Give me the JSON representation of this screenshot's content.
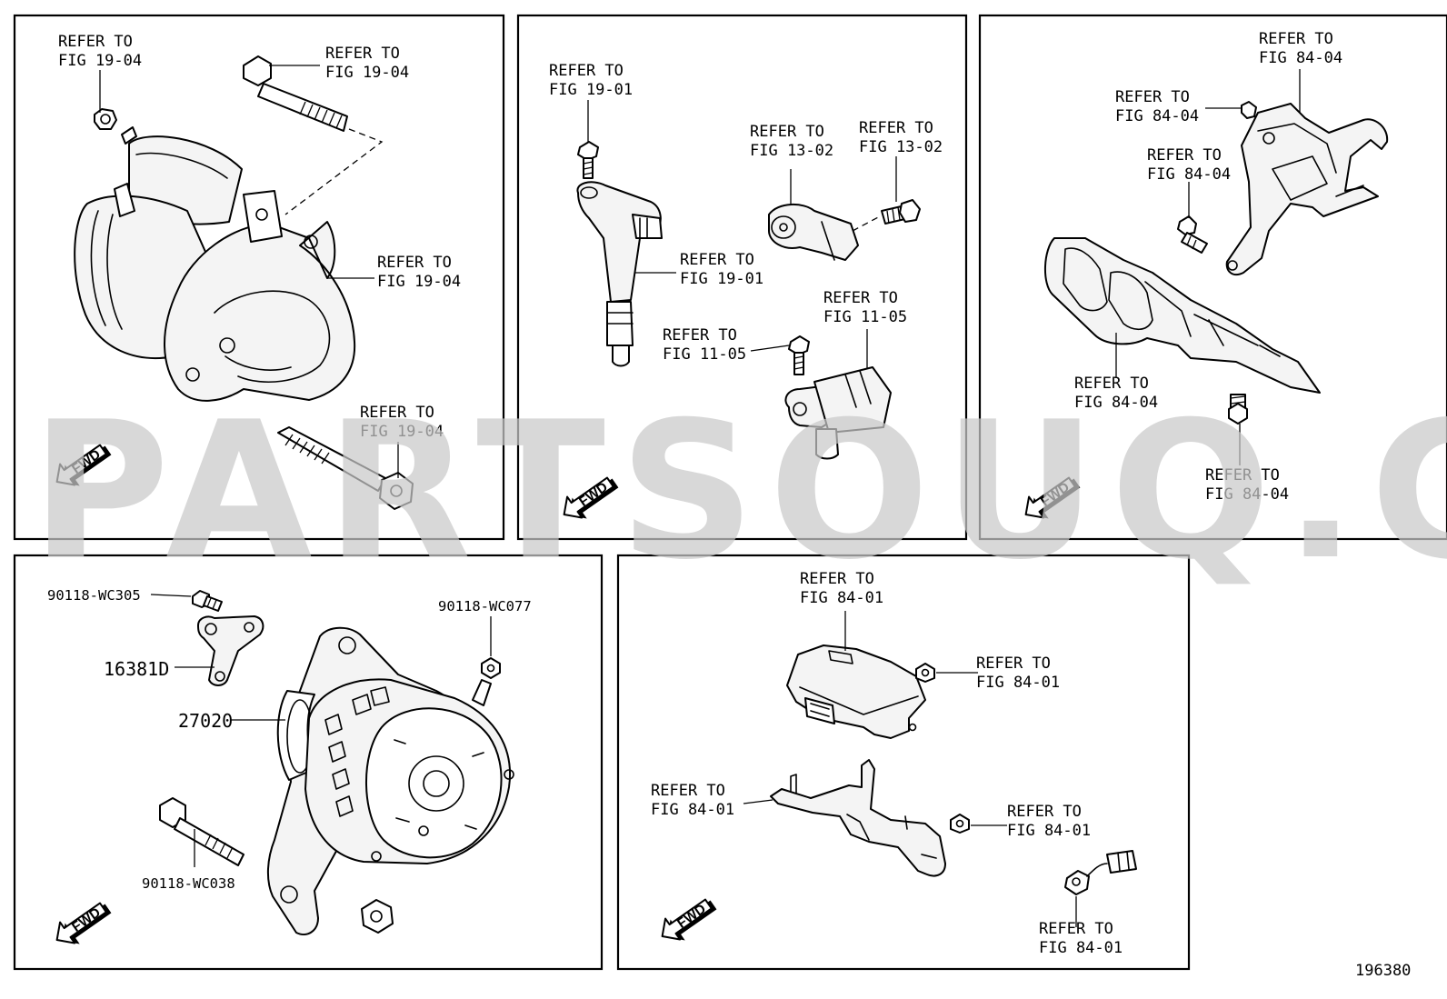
{
  "diagram_id": "196380",
  "watermark": "PARTSOUQ.COM",
  "fwd_label": "FWD",
  "panels": {
    "starter": {
      "callouts": [
        {
          "line1": "REFER TO",
          "line2": "FIG 19-04"
        },
        {
          "line1": "REFER TO",
          "line2": "FIG 19-04"
        },
        {
          "line1": "REFER TO",
          "line2": "FIG 19-04"
        },
        {
          "line1": "REFER TO",
          "line2": "FIG 19-04"
        }
      ]
    },
    "sensors": {
      "callouts": [
        {
          "line1": "REFER TO",
          "line2": "FIG 19-01"
        },
        {
          "line1": "REFER TO",
          "line2": "FIG 19-01"
        },
        {
          "line1": "REFER TO",
          "line2": "FIG 13-02"
        },
        {
          "line1": "REFER TO",
          "line2": "FIG 13-02"
        },
        {
          "line1": "REFER TO",
          "line2": "FIG 11-05"
        },
        {
          "line1": "REFER TO",
          "line2": "FIG 11-05"
        }
      ]
    },
    "bracket_84_04": {
      "callouts": [
        {
          "line1": "REFER TO",
          "line2": "FIG 84-04"
        },
        {
          "line1": "REFER TO",
          "line2": "FIG 84-04"
        },
        {
          "line1": "REFER TO",
          "line2": "FIG 84-04"
        },
        {
          "line1": "REFER TO",
          "line2": "FIG 84-04"
        },
        {
          "line1": "REFER TO",
          "line2": "FIG 84-04"
        }
      ]
    },
    "alternator": {
      "parts": {
        "bolt_top": "90118-WC305",
        "bracket": "16381D",
        "nut": "90118-WC077",
        "alternator": "27020",
        "bolt_long": "90118-WC038"
      }
    },
    "ecu_84_01": {
      "callouts": [
        {
          "line1": "REFER TO",
          "line2": "FIG 84-01"
        },
        {
          "line1": "REFER TO",
          "line2": "FIG 84-01"
        },
        {
          "line1": "REFER TO",
          "line2": "FIG 84-01"
        },
        {
          "line1": "REFER TO",
          "line2": "FIG 84-01"
        },
        {
          "line1": "REFER TO",
          "line2": "FIG 84-01"
        }
      ]
    }
  }
}
